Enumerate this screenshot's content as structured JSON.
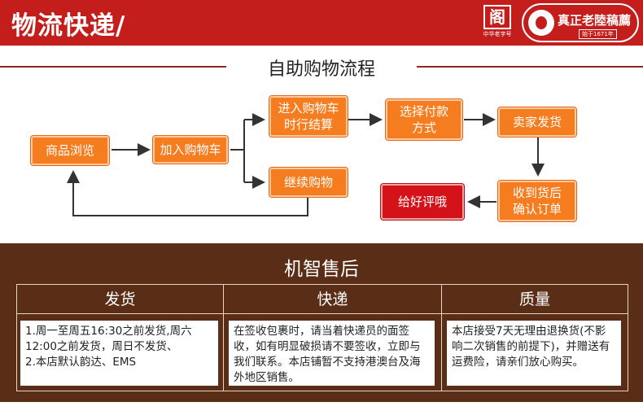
{
  "header": {
    "title": "物流快递/",
    "seal": {
      "glyph": "阁",
      "caption": "中华老字号"
    },
    "brand": {
      "name": "真正老陸稿薦",
      "year": "始于1671年"
    },
    "colors": {
      "banner": "#c41e1c",
      "box": "#f57c1f",
      "box_red": "#d4121a",
      "after_bg": "#5a2d17"
    }
  },
  "flow": {
    "title": "自助购物流程",
    "steps": {
      "browse": "商品浏览",
      "add_cart": "加入购物车",
      "checkout": "进入购物车\n时行结算",
      "continue": "继续购物",
      "payment": "选择付款\n方式",
      "ship": "卖家发货",
      "receive": "收到货后\n确认订单",
      "review": "给好评哦"
    }
  },
  "after_sales": {
    "title": "机智售后",
    "columns": [
      {
        "heading": "发货",
        "text": "1.周一至周五16:30之前发货,周六\n    12:00之前发货，周日不发货、\n2.本店默认韵达、EMS"
      },
      {
        "heading": "快递",
        "text": "在签收包裹时，请当着快递员的面签收，如有明显破损请不要签收，立即与我们联系。本店铺暂不支持港澳台及海外地区销售。"
      },
      {
        "heading": "质量",
        "text": "本店接受7天无理由退换货(不影响二次销售的前提下)，并赠送有运费险，请亲们放心购买。"
      }
    ]
  }
}
